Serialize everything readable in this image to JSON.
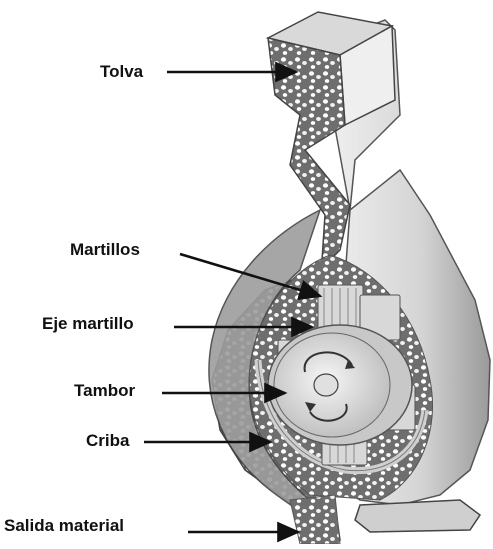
{
  "labels": {
    "tolva": "Tolva",
    "martillos": "Martillos",
    "eje_martillo": "Eje martillo",
    "tambor": "Tambor",
    "criba": "Criba",
    "salida_material": "Salida material"
  },
  "colors": {
    "text": "#111111",
    "arrow": "#111111",
    "housing_light": "#e6e6e6",
    "housing_mid": "#bdbdbd",
    "housing_dark": "#7a7a7a",
    "particles": "#ffffff",
    "interior": "#6e6e6e"
  }
}
